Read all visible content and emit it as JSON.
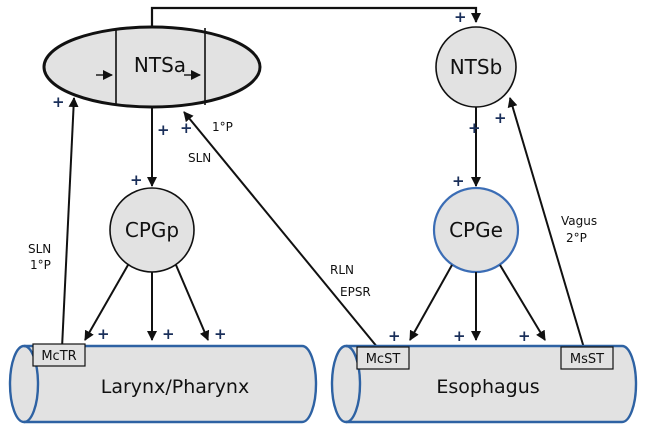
{
  "nodes": {
    "ntsa": "NTSa",
    "ntsb": "NTSb",
    "cpgp": "CPGp",
    "cpge": "CPGe"
  },
  "organs": {
    "larynx": "Larynx/Pharynx",
    "esophagus": "Esophagus"
  },
  "receptors": {
    "mctr": "McTR",
    "mcst": "McST",
    "msst": "MsST"
  },
  "labels": {
    "sln_1p_left": "SLN",
    "sln_1p_left_2": "1°P",
    "one_p_mid": "1°P",
    "sln_mid": "SLN",
    "rln": "RLN",
    "epsr": "EPSR",
    "vagus": "Vagus",
    "two_p": "2°P"
  },
  "plus_sign": "+",
  "colors": {
    "node_fill": "#e2e2e2",
    "cylinder_stroke": "#2e62a3",
    "cpge_stroke": "#3b6db5",
    "plus": "#1a2f5a"
  }
}
